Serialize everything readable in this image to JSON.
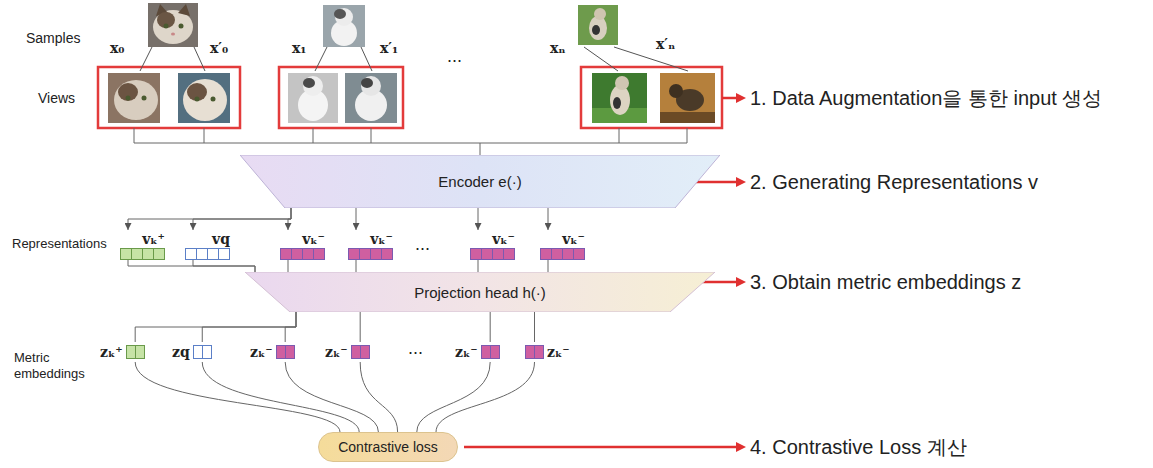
{
  "diagram": {
    "nodes": [
      {
        "text": [
          "Encoder e(·)"
        ]
      },
      {
        "text": [
          "vₖ⁺"
        ]
      },
      {
        "text": [
          "vq"
        ]
      },
      {
        "text": [
          "vₖ⁻"
        ]
      },
      {
        "text": [
          "vₖ⁻"
        ]
      },
      {
        "text": [
          "vₖ⁻"
        ]
      },
      {
        "text": [
          "vₖ⁻"
        ]
      },
      {
        "text": [
          "Projection head h(·)"
        ]
      },
      {
        "text": [
          "zₖ⁺"
        ]
      },
      {
        "text": [
          "zq"
        ]
      },
      {
        "text": [
          "zₖ⁻"
        ]
      },
      {
        "text": [
          "zₖ⁻"
        ]
      },
      {
        "text": [
          "zₖ⁻"
        ]
      },
      {
        "text": [
          "zₖ⁻"
        ]
      },
      {
        "text": [
          "Contrastive loss"
        ]
      }
    ],
    "edges": [
      {
        "from": 0,
        "to": 1,
        "arrow": "to"
      },
      {
        "from": 0,
        "to": 2,
        "arrow": "to"
      },
      {
        "from": 0,
        "to": 3,
        "arrow": "to"
      },
      {
        "from": 0,
        "to": 4,
        "arrow": "to"
      },
      {
        "from": 0,
        "to": 5,
        "arrow": "to"
      },
      {
        "from": 0,
        "to": 6,
        "arrow": "to"
      },
      {
        "from": 1,
        "to": 7,
        "arrow": "none"
      },
      {
        "from": 2,
        "to": 7,
        "arrow": "none"
      },
      {
        "from": 3,
        "to": 7,
        "arrow": "none"
      },
      {
        "from": 4,
        "to": 7,
        "arrow": "none"
      },
      {
        "from": 5,
        "to": 7,
        "arrow": "none"
      },
      {
        "from": 6,
        "to": 7,
        "arrow": "none"
      },
      {
        "from": 7,
        "to": 8,
        "arrow": "none"
      },
      {
        "from": 7,
        "to": 9,
        "arrow": "none"
      },
      {
        "from": 7,
        "to": 10,
        "arrow": "none"
      },
      {
        "from": 7,
        "to": 11,
        "arrow": "none"
      },
      {
        "from": 7,
        "to": 12,
        "arrow": "none"
      },
      {
        "from": 7,
        "to": 13,
        "arrow": "none"
      },
      {
        "from": 8,
        "to": 14,
        "arrow": "none"
      },
      {
        "from": 9,
        "to": 14,
        "arrow": "none"
      },
      {
        "from": 10,
        "to": 14,
        "arrow": "none"
      },
      {
        "from": 11,
        "to": 14,
        "arrow": "none"
      },
      {
        "from": 12,
        "to": 14,
        "arrow": "none"
      },
      {
        "from": 13,
        "to": 14,
        "arrow": "none"
      }
    ],
    "labels": [
      "Samples",
      "Views",
      "x₀",
      "x′₀",
      "x₁",
      "x′₁",
      "...",
      "xₙ",
      "x′ₙ",
      "Representations",
      "...",
      "Metric embeddings",
      "...",
      "1. Data Augmentation을 통한 input 생성",
      "2. Generating Representations v",
      "3. Obtain metric embeddings z",
      "4. Contrastive Loss 계산"
    ]
  }
}
